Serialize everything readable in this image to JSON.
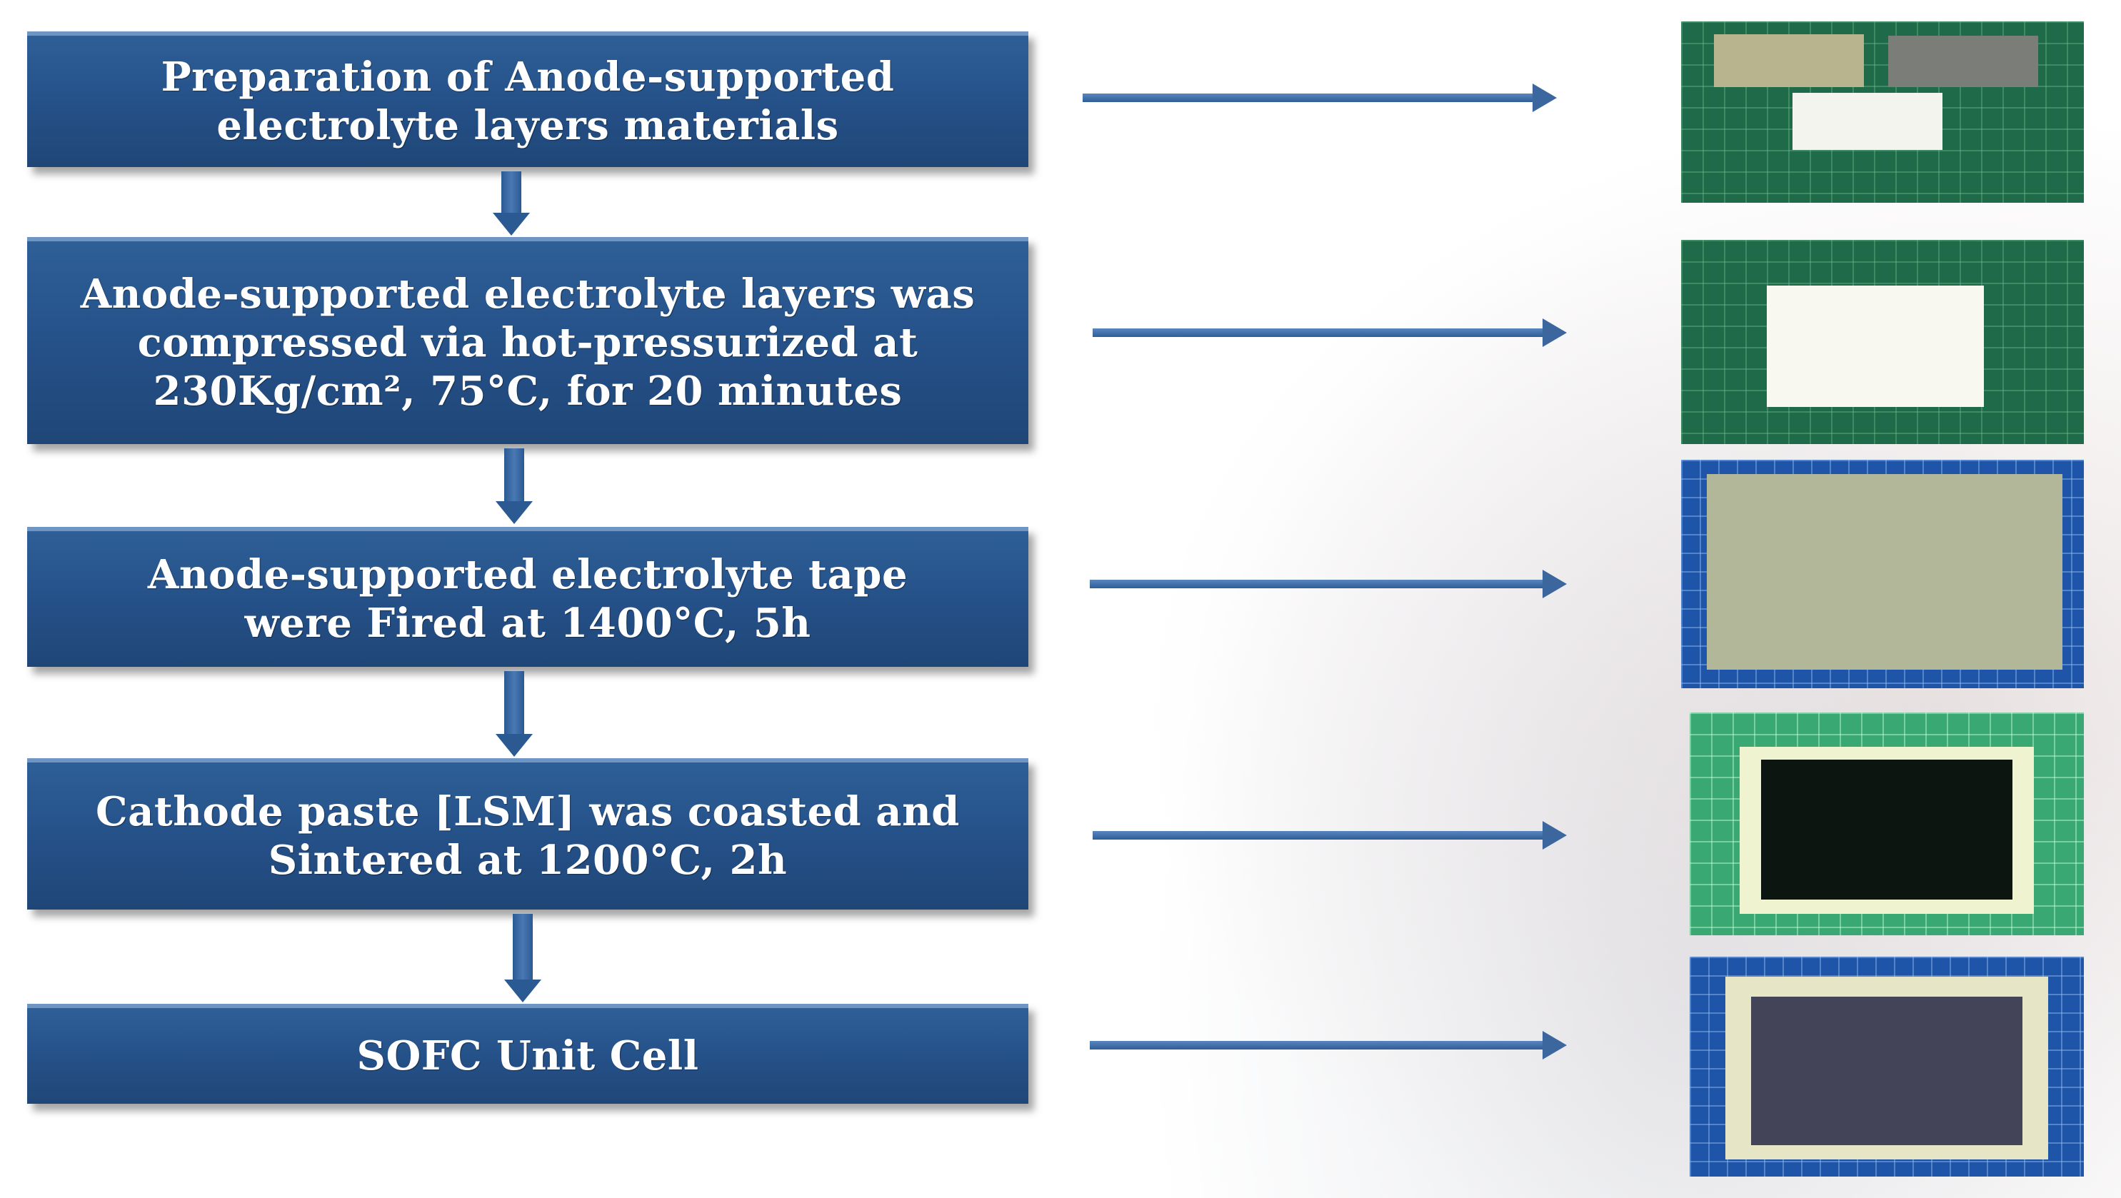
{
  "steps": [
    {
      "label": "Preparation of Anode-supported\nelectrolyte layers materials"
    },
    {
      "label": "Anode-supported electrolyte layers was\ncompressed via hot-pressurized at\n230Kg/cm², 75°C,  for 20 minutes"
    },
    {
      "label": "Anode-supported electrolyte tape\nwere Fired at 1400°C, 5h"
    },
    {
      "label": "Cathode paste [LSM] was coasted and\nSintered at 1200°C, 2h"
    },
    {
      "label": "SOFC Unit Cell"
    }
  ],
  "colors": {
    "box_fill": "#255189",
    "box_border": "#6f95c2",
    "arrow": "#3b669e",
    "text": "#ffffff"
  },
  "photos": [
    {
      "name": "three-tape-sheets-photo",
      "background": "green-cutting-mat",
      "sheets": [
        "beige",
        "gray",
        "white"
      ]
    },
    {
      "name": "pressed-white-sheet-photo",
      "background": "green-cutting-mat",
      "sheets": [
        "white"
      ]
    },
    {
      "name": "fired-tape-photo",
      "background": "blue-cutting-mat",
      "sheets": [
        "pale-green"
      ]
    },
    {
      "name": "cathode-coated-cell-photo",
      "background": "light-green-cutting-mat",
      "sheets": [
        "cream-with-black-cathode"
      ]
    },
    {
      "name": "sofc-unit-cell-photo",
      "background": "blue-cutting-mat",
      "sheets": [
        "cream-with-dark-cathode"
      ]
    }
  ]
}
